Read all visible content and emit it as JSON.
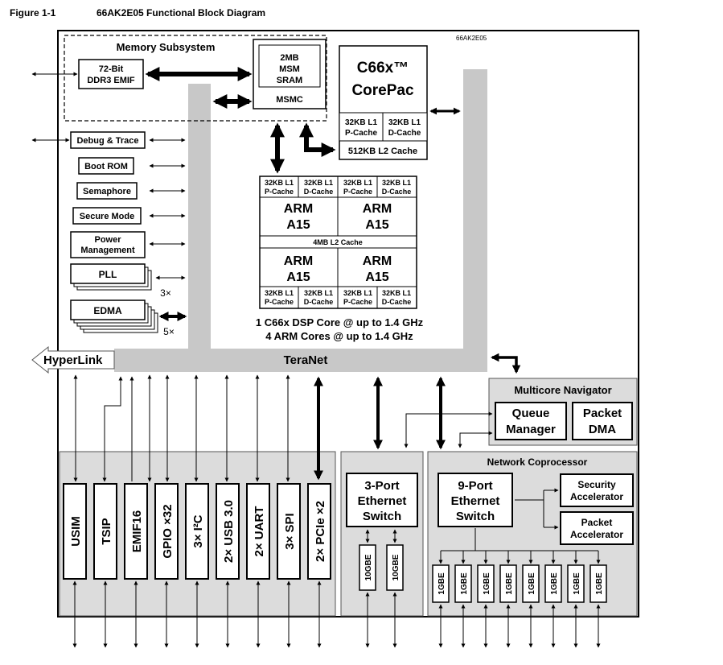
{
  "figure": {
    "label": "Figure 1-1",
    "title": "66AK2E05 Functional Block Diagram",
    "device_name": "66AK2E05"
  },
  "memory_subsystem": {
    "title": "Memory Subsystem",
    "ddr3_line1": "72-Bit",
    "ddr3_line2": "DDR3 EMIF",
    "msm_line1": "2MB",
    "msm_line2": "MSM",
    "msm_line3": "SRAM",
    "msmc": "MSMC"
  },
  "corepac": {
    "title_line1": "C66x™",
    "title_line2": "CorePac",
    "l1p_line1": "32KB L1",
    "l1p_line2": "P-Cache",
    "l1d_line1": "32KB L1",
    "l1d_line2": "D-Cache",
    "l2": "512KB L2 Cache"
  },
  "peripherals_left": {
    "debug": "Debug & Trace",
    "bootrom": "Boot ROM",
    "semaphore": "Semaphore",
    "secure": "Secure Mode",
    "power_line1": "Power",
    "power_line2": "Management",
    "pll": "PLL",
    "pll_count": "3×",
    "edma": "EDMA",
    "edma_count": "5×"
  },
  "arm_cluster": {
    "l1_line1": "32KB L1",
    "l1p_line2": "P-Cache",
    "l1d_line2": "D-Cache",
    "arm_line1": "ARM",
    "arm_line2": "A15",
    "l2": "4MB L2 Cache"
  },
  "cores_summary": {
    "line1": "1 C66x DSP Core @ up to 1.4 GHz",
    "line2": "4 ARM Cores @ up to 1.4 GHz"
  },
  "interconnect": {
    "hyperlink": "HyperLink",
    "teranet": "TeraNet"
  },
  "multicore_navigator": {
    "title": "Multicore Navigator",
    "queue_line1": "Queue",
    "queue_line2": "Manager",
    "pdma_line1": "Packet",
    "pdma_line2": "DMA"
  },
  "io": {
    "usim": "USIM",
    "tsip": "TSIP",
    "emif16": "EMIF16",
    "gpio": "GPIO ×32",
    "i2c": "3× I²C",
    "usb": "2× USB 3.0",
    "uart": "2× UART",
    "spi": "3× SPI",
    "pcie": "2× PCIe ×2"
  },
  "ethernet3": {
    "line1": "3-Port",
    "line2": "Ethernet",
    "line3": "Switch",
    "port": "10GBE"
  },
  "network_coprocessor": {
    "title": "Network Coprocessor",
    "switch_line1": "9-Port",
    "switch_line2": "Ethernet",
    "switch_line3": "Switch",
    "sec_line1": "Security",
    "sec_line2": "Accelerator",
    "pa_line1": "Packet",
    "pa_line2": "Accelerator",
    "port": "1GBE"
  }
}
